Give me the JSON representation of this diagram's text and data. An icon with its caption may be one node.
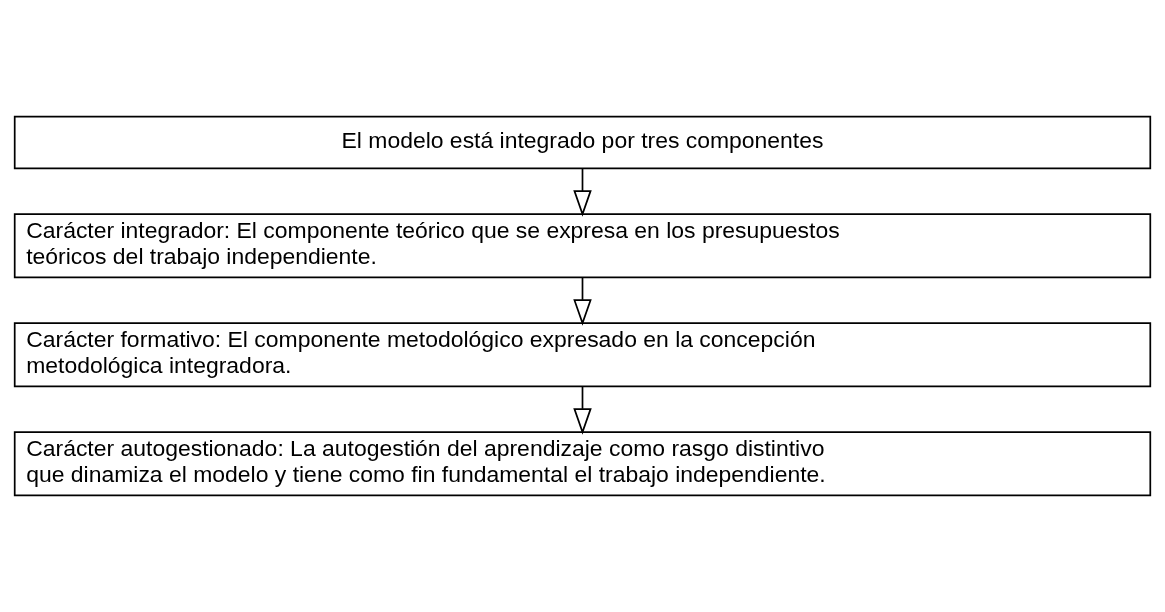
{
  "diagram": {
    "nodes": [
      {
        "text": [
          "El modelo está integrado por tres componentes"
        ]
      },
      {
        "text": [
          "Carácter integrador: El componente teórico que se expresa en los presupuestos teóricos del trabajo independiente."
        ]
      },
      {
        "text": [
          "Carácter formativo: El componente metodológico expresado en la concepción metodológica integradora."
        ]
      },
      {
        "text": [
          "Carácter autogestionado: La autogestión del aprendizaje como rasgo distintivo que dinamiza el modelo y tiene como fin fundamental el trabajo independiente."
        ]
      }
    ],
    "edges": [
      {
        "from": 0,
        "to": 1,
        "arrow": "to"
      },
      {
        "from": 1,
        "to": 2,
        "arrow": "to"
      },
      {
        "from": 2,
        "to": 3,
        "arrow": "to"
      }
    ]
  }
}
